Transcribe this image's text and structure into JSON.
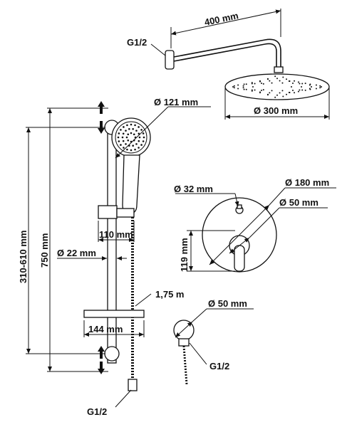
{
  "dimensions": {
    "arm_length": "400 mm",
    "arm_thread": "G1/2",
    "head_diameter": "Ø 300 mm",
    "hand_shower_diameter": "Ø 121 mm",
    "adjust_range": "310-610 mm",
    "rail_length": "750 mm",
    "holder_depth": "110 mm",
    "rail_diameter": "Ø 22 mm",
    "hose_length": "1,75 m",
    "shelf_width": "144 mm",
    "hose_thread": "G1/2",
    "mixer_small": "Ø 32 mm",
    "mixer_plate": "Ø 180 mm",
    "mixer_body": "Ø 50 mm",
    "mixer_height": "119 mm",
    "outlet_diameter": "Ø 50 mm",
    "outlet_thread": "G1/2"
  },
  "colors": {
    "line": "#111111",
    "background": "#ffffff"
  }
}
